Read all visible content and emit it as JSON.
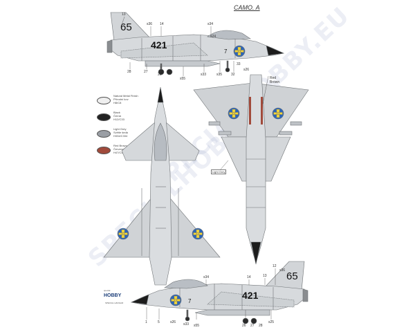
{
  "sheet": {
    "title": "CAMO. A",
    "watermark_text": "SPECIALHOBBY.EU",
    "brand_top": "special",
    "brand_main": "HOBBY",
    "brand_partner": "SPECIAL HANGAR"
  },
  "legend": [
    {
      "text": "Natural Metal Finish\nPřírodní kov\nH8/C8",
      "color": "#efefef"
    },
    {
      "text": "Black\nČerná\nH12/C33",
      "color": "#222222"
    },
    {
      "text": "Light Grey\nSvětle šedá\nH334/C334",
      "color": "#9a9ea4"
    },
    {
      "text": "Red Brown\nČervenohnědá\nH47/C41",
      "color": "#a14a3b"
    }
  ],
  "markings": {
    "side_top_number": "65",
    "side_top_code": "421",
    "side_bottom_number": "65",
    "side_bottom_code": "421",
    "fin_small": "7",
    "underside_light_grey": "Light Grey",
    "paint_callout": "Red\nBrown"
  },
  "callouts_top": [
    "13",
    "s36",
    "14",
    "s34",
    "28",
    "27",
    "26",
    "s55",
    "s33",
    "s35",
    "32",
    "33",
    "s24",
    "s26"
  ],
  "callouts_bottom": [
    "1",
    "5",
    "s33",
    "s55",
    "26",
    "27",
    "28",
    "s25",
    "s26",
    "s34",
    "14",
    "13",
    "12",
    "s36"
  ],
  "colors": {
    "aircraft": "#d2d5d8",
    "panel_line": "#7a7d80",
    "nose": "#1c1c1c",
    "roundel_blue": "#2c66b8",
    "roundel_yellow": "#f1d63a",
    "red_brown": "#a14a3b"
  }
}
